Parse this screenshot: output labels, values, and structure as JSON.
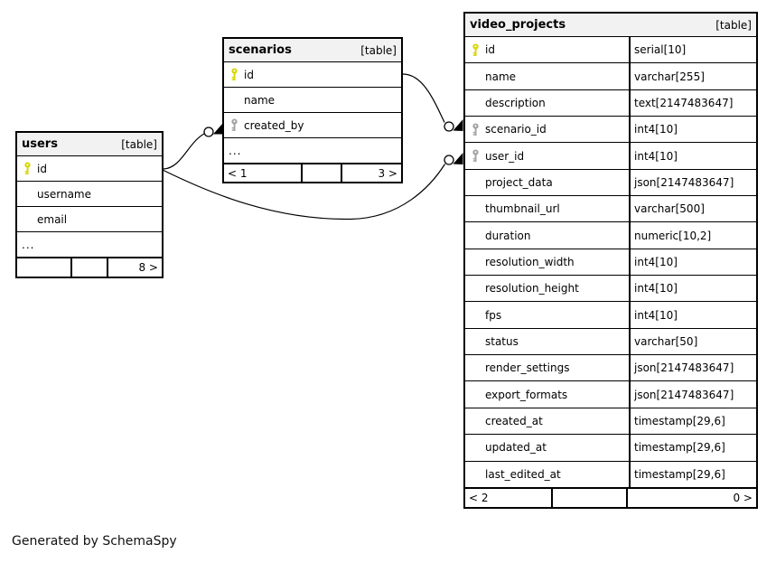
{
  "footer_note": "Generated by SchemaSpy",
  "colors": {
    "primary_key": "#d6d600",
    "foreign_key": "#a2a2a2",
    "header_bg": "#f2f2f2",
    "border": "#000000"
  },
  "tables": {
    "users": {
      "name": "users",
      "badge": "[table]",
      "columns": [
        {
          "name": "id",
          "key": "primary-key"
        },
        {
          "name": "username"
        },
        {
          "name": "email"
        },
        {
          "name": "..."
        }
      ],
      "footer": {
        "left": "",
        "middle": "",
        "right": "8 >"
      }
    },
    "scenarios": {
      "name": "scenarios",
      "badge": "[table]",
      "columns": [
        {
          "name": "id",
          "key": "primary-key"
        },
        {
          "name": "name"
        },
        {
          "name": "created_by",
          "key": "foreign-key"
        },
        {
          "name": "..."
        }
      ],
      "footer": {
        "left": "< 1",
        "middle": "",
        "right": "3 >"
      }
    },
    "video_projects": {
      "name": "video_projects",
      "badge": "[table]",
      "columns": [
        {
          "name": "id",
          "type": "serial[10]",
          "key": "primary-key"
        },
        {
          "name": "name",
          "type": "varchar[255]"
        },
        {
          "name": "description",
          "type": "text[2147483647]"
        },
        {
          "name": "scenario_id",
          "type": "int4[10]",
          "key": "foreign-key"
        },
        {
          "name": "user_id",
          "type": "int4[10]",
          "key": "foreign-key"
        },
        {
          "name": "project_data",
          "type": "json[2147483647]"
        },
        {
          "name": "thumbnail_url",
          "type": "varchar[500]"
        },
        {
          "name": "duration",
          "type": "numeric[10,2]"
        },
        {
          "name": "resolution_width",
          "type": "int4[10]"
        },
        {
          "name": "resolution_height",
          "type": "int4[10]"
        },
        {
          "name": "fps",
          "type": "int4[10]"
        },
        {
          "name": "status",
          "type": "varchar[50]"
        },
        {
          "name": "render_settings",
          "type": "json[2147483647]"
        },
        {
          "name": "export_formats",
          "type": "json[2147483647]"
        },
        {
          "name": "created_at",
          "type": "timestamp[29,6]"
        },
        {
          "name": "updated_at",
          "type": "timestamp[29,6]"
        },
        {
          "name": "last_edited_at",
          "type": "timestamp[29,6]"
        }
      ],
      "footer": {
        "left": "< 2",
        "middle": "",
        "right": "0 >"
      }
    }
  },
  "relationships": [
    {
      "from": "users.id",
      "to": "scenarios.created_by"
    },
    {
      "from": "users.id",
      "to": "video_projects.user_id"
    },
    {
      "from": "scenarios.id",
      "to": "video_projects.scenario_id"
    }
  ]
}
